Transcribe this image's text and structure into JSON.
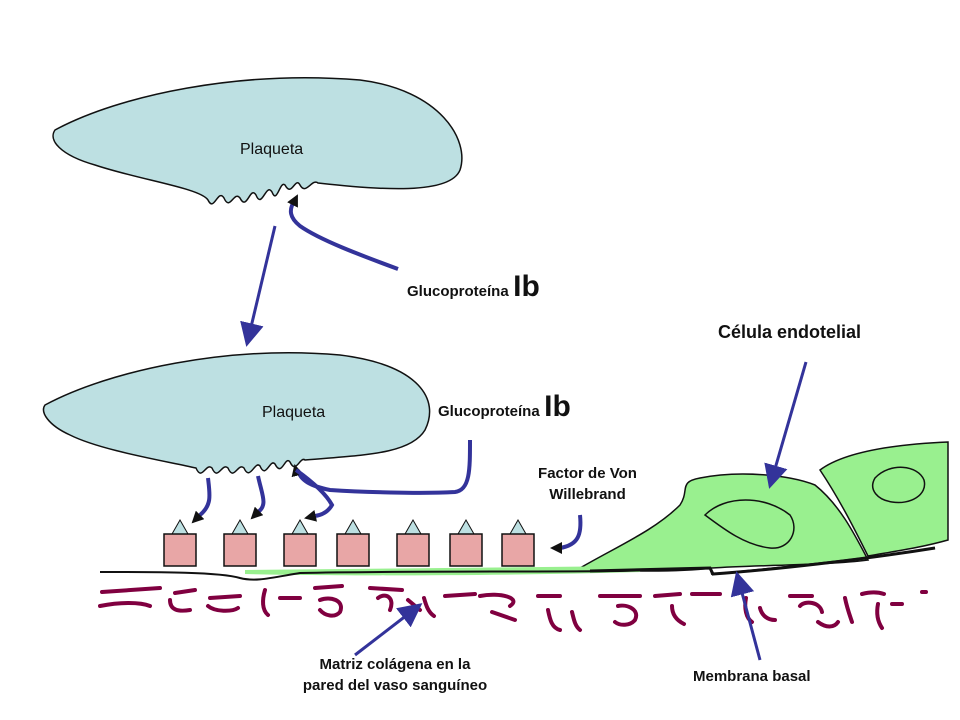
{
  "labels": {
    "platelet_top": "Plaqueta",
    "platelet_bottom": "Plaqueta",
    "glycoprotein_top": {
      "prefix": "Glucoproteína",
      "suffix": "Ib"
    },
    "glycoprotein_bottom": {
      "prefix": "Glucoproteína",
      "suffix": "Ib"
    },
    "endothelial_cell": "Célula endotelial",
    "von_willebrand": {
      "line1": "Factor de Von",
      "line2": "Willebrand"
    },
    "collagen_matrix": {
      "line1": "Matriz colágena en la",
      "line2": "pared del vaso sanguíneo"
    },
    "basal_membrane": "Membrana basal"
  },
  "colors": {
    "platelet_fill": "#bde0e2",
    "endothelial_fill": "#99f08f",
    "vwf_fill": "#e8a6a6",
    "collagen_stroke": "#800040",
    "arrow_stroke": "#33339a",
    "outline": "#111111"
  }
}
